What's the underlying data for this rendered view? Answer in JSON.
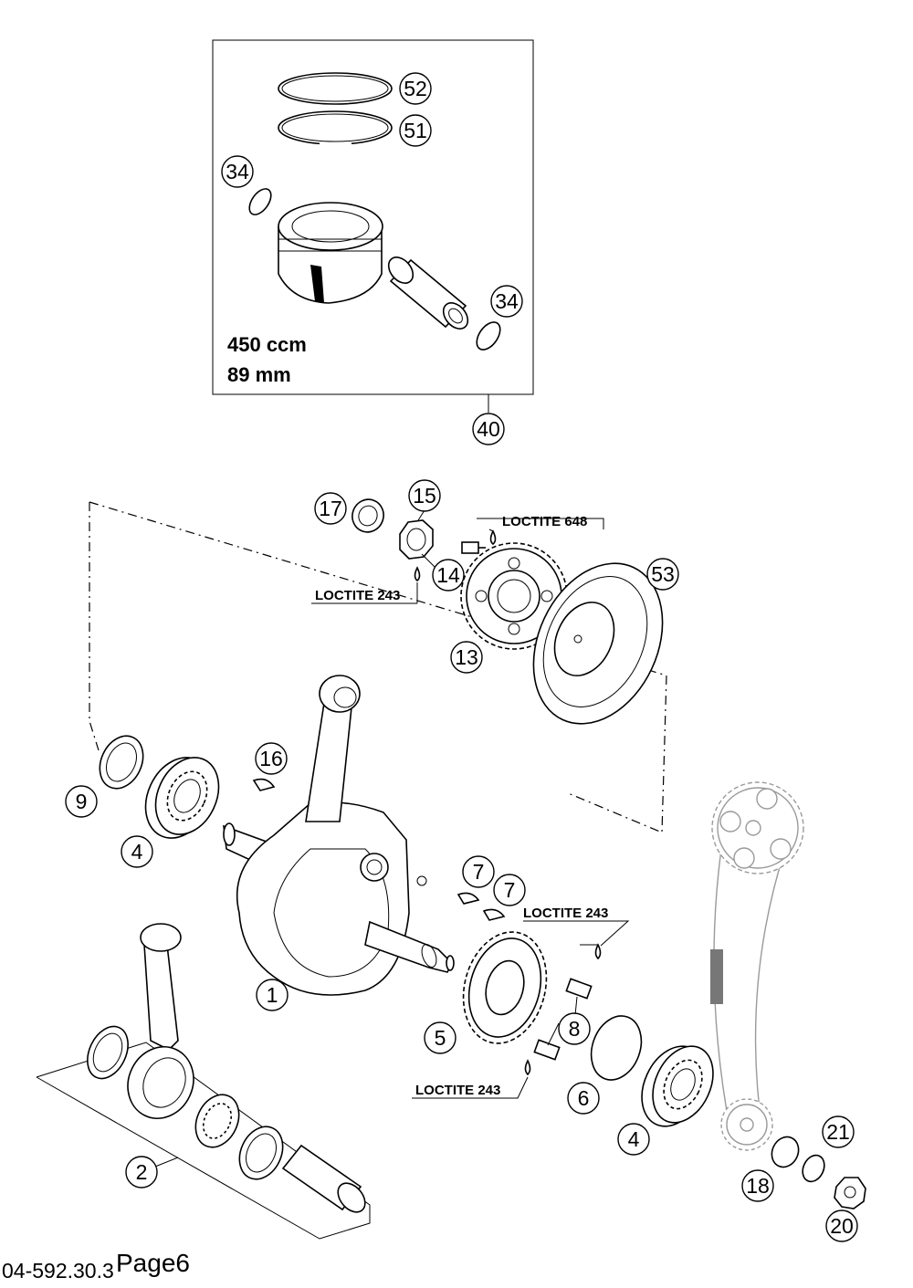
{
  "kit_box": {
    "displacement": "450 ccm",
    "bore": "89 mm"
  },
  "notes": {
    "loctite_648": "LOCTITE 648",
    "loctite_243_a": "LOCTITE 243",
    "loctite_243_b": "LOCTITE 243",
    "loctite_243_c": "LOCTITE 243"
  },
  "callouts": {
    "c52": "52",
    "c51": "51",
    "c34a": "34",
    "c34b": "34",
    "c40": "40",
    "c17": "17",
    "c15": "15",
    "c14": "14",
    "c13": "13",
    "c53": "53",
    "c16": "16",
    "c9": "9",
    "c4a": "4",
    "c1": "1",
    "c7a": "7",
    "c7b": "7",
    "c5": "5",
    "c8": "8",
    "c6": "6",
    "c4b": "4",
    "c2": "2",
    "c18": "18",
    "c21": "21",
    "c20": "20"
  },
  "footer": {
    "part_number": "04-592.30.3",
    "page": "Page6"
  }
}
